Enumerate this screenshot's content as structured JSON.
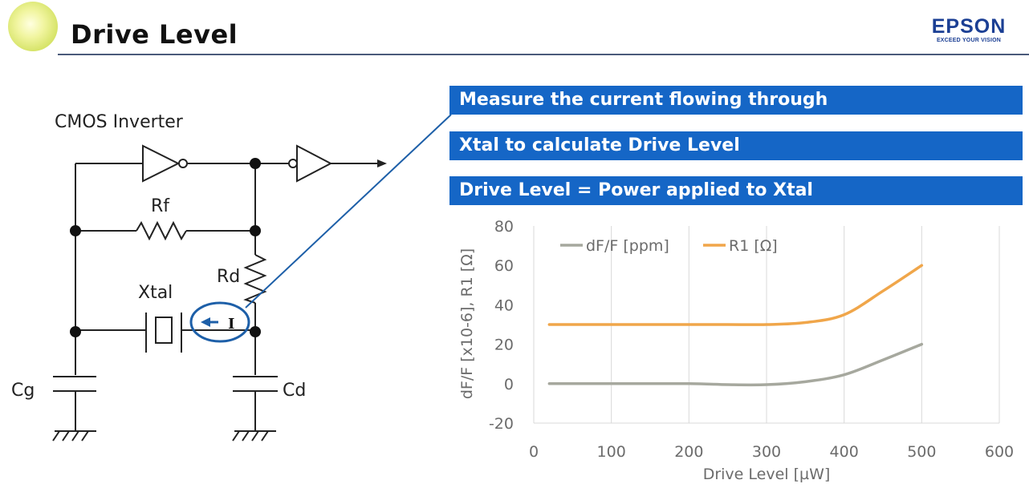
{
  "header": {
    "title": "Drive Level",
    "brand": {
      "name": "EPSON",
      "tagline": "EXCEED YOUR VISION",
      "color": "#1b3f94"
    }
  },
  "banners": [
    {
      "text": "Measure the current flowing through"
    },
    {
      "text": "Xtal to calculate Drive Level"
    },
    {
      "text": "Drive Level = Power applied to Xtal"
    }
  ],
  "colors": {
    "banner": "#1566c6",
    "callout": "#1d5fa8",
    "series_dff": "#a6a89e",
    "series_r1": "#f0a64a"
  },
  "circuit": {
    "label_inverter": "CMOS Inverter",
    "label_rf": "Rf",
    "label_rd": "Rd",
    "label_xtal": "Xtal",
    "label_current": "I",
    "label_cg": "Cg",
    "label_cd": "Cd"
  },
  "chart_data": {
    "type": "line",
    "xlabel": "Drive Level [µW]",
    "ylabel": "dF/F [x10-6], R1 [Ω]",
    "xlim": [
      0,
      600
    ],
    "ylim": [
      -20,
      80
    ],
    "x_ticks": [
      "0",
      "100",
      "200",
      "300",
      "400",
      "500",
      "600"
    ],
    "y_ticks": [
      "80",
      "60",
      "40",
      "20",
      "0",
      "-20"
    ],
    "grid": "vertical",
    "legend_position": "top-left",
    "series": [
      {
        "name": "dF/F [ppm]",
        "color": "#a6a89e",
        "x": [
          20,
          100,
          200,
          250,
          300,
          350,
          400,
          450,
          500
        ],
        "y": [
          0,
          0,
          0,
          -0.5,
          -0.5,
          1,
          4.5,
          12,
          20
        ]
      },
      {
        "name": "R1 [Ω]",
        "color": "#f0a64a",
        "x": [
          20,
          100,
          200,
          250,
          300,
          350,
          400,
          450,
          500
        ],
        "y": [
          30,
          30,
          30,
          30,
          30,
          31,
          35,
          47,
          60
        ]
      }
    ]
  }
}
